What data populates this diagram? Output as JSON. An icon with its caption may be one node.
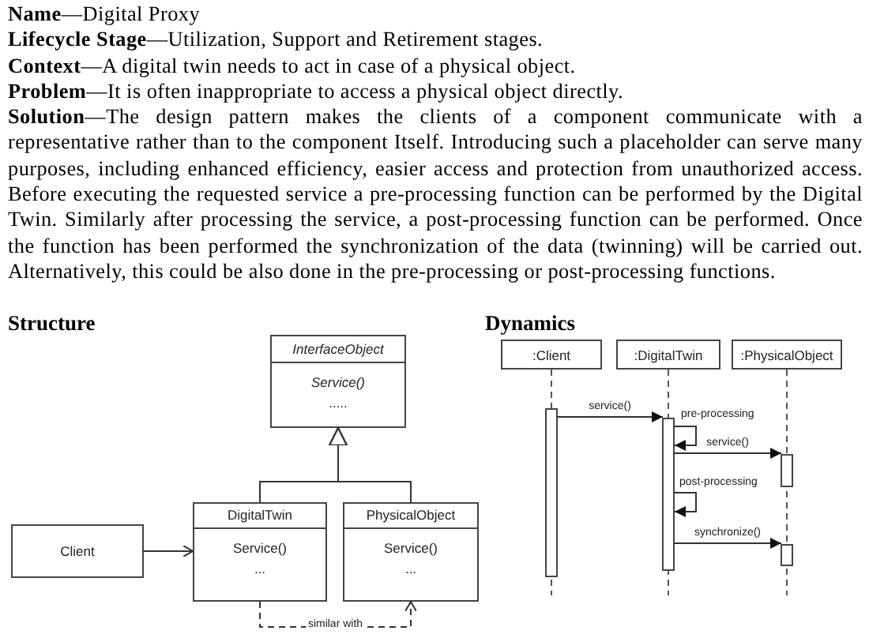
{
  "diagram": {
    "nodes": [
      {
        "text": [
          "InterfaceObject",
          "Service()",
          "....."
        ]
      },
      {
        "text": [
          "Client"
        ]
      },
      {
        "text": [
          "DigitalTwin",
          "Service()",
          "..."
        ]
      },
      {
        "text": [
          "PhysicalObject",
          "Service()",
          "..."
        ]
      },
      {
        "text": [
          ":Client"
        ]
      },
      {
        "text": [
          ":DigitalTwin"
        ]
      },
      {
        "text": [
          ":PhysicalObject"
        ]
      }
    ],
    "edges": [
      {
        "from": 2,
        "to": 0,
        "arrow": "to"
      },
      {
        "from": 3,
        "to": 0,
        "arrow": "to"
      },
      {
        "from": 1,
        "to": 2,
        "arrow": "to"
      },
      {
        "from": 2,
        "to": 3,
        "arrow": "to",
        "style": "dashed",
        "label": "similar with"
      },
      {
        "from": 4,
        "to": 5,
        "arrow": "to",
        "label": "service()"
      },
      {
        "from": 5,
        "to": 5,
        "arrow": "to",
        "label": "pre-processing"
      },
      {
        "from": 5,
        "to": 6,
        "arrow": "to",
        "label": "service()"
      },
      {
        "from": 5,
        "to": 5,
        "arrow": "to",
        "label": "post-processing"
      },
      {
        "from": 5,
        "to": 6,
        "arrow": "to",
        "label": "synchronize()"
      }
    ],
    "labels": [
      "**Name**—Digital Proxy",
      "**Lifecycle Stage**—Utilization, Support and Retirement stages.",
      "**Context**—A digital twin needs to act in case of a physical object.",
      "**Problem**—It is often inappropriate to access a physical object directly.",
      "**Solution**—The design pattern makes the clients of a component communicate with a representative rather than to the component Itself. Introducing such a placeholder can serve many purposes, including enhanced efficiency, easier access and protection from unauthorized access. Before executing the requested service a pre-processing function can be performed by the Digital Twin. Similarly after processing the service, a post-processing function can be performed. Once the function has been performed the synchronization of the data (twinning) will be carried out. Alternatively, this could be also done in the pre-processing or post-processing functions.",
      "Structure",
      "Dynamics"
    ]
  }
}
